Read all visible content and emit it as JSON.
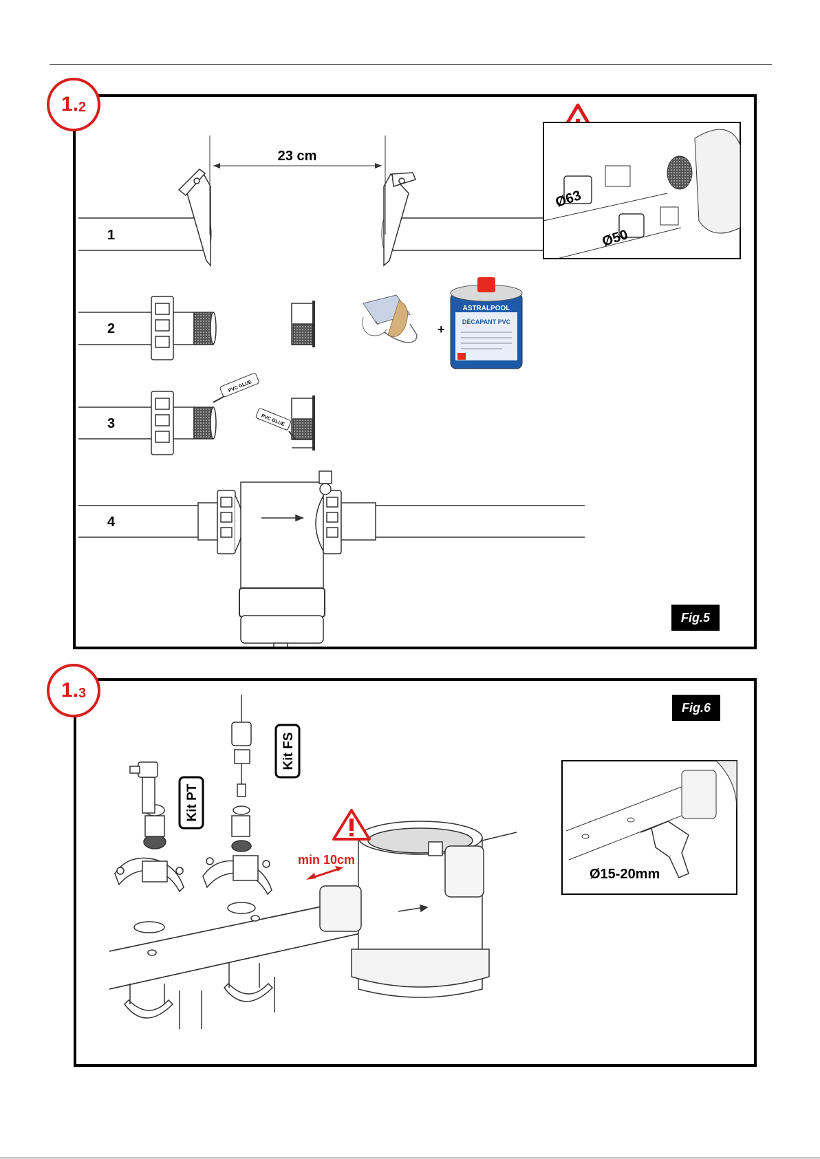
{
  "section_12": {
    "badge_number": "1.",
    "badge_sub": "2",
    "dimension": "23 cm",
    "steps": [
      "1",
      "2",
      "3",
      "4"
    ],
    "inset_d63": "Ø63",
    "inset_d50": "Ø50",
    "plus": "+",
    "glue_label": "PVC GLUE",
    "can_brand": "ASTRALPOOL",
    "can_product": "DÉCAPANT PVC",
    "fig_label": "Fig.5"
  },
  "section_13": {
    "badge_number": "1.",
    "badge_sub": "3",
    "fig_label": "Fig.6",
    "kit_pt": "Kit PT",
    "kit_fs": "Kit FS",
    "min_distance": "min 10cm",
    "drill_size": "Ø15-20mm"
  },
  "colors": {
    "accent_red": "#d81e1e",
    "border": "#000000"
  }
}
